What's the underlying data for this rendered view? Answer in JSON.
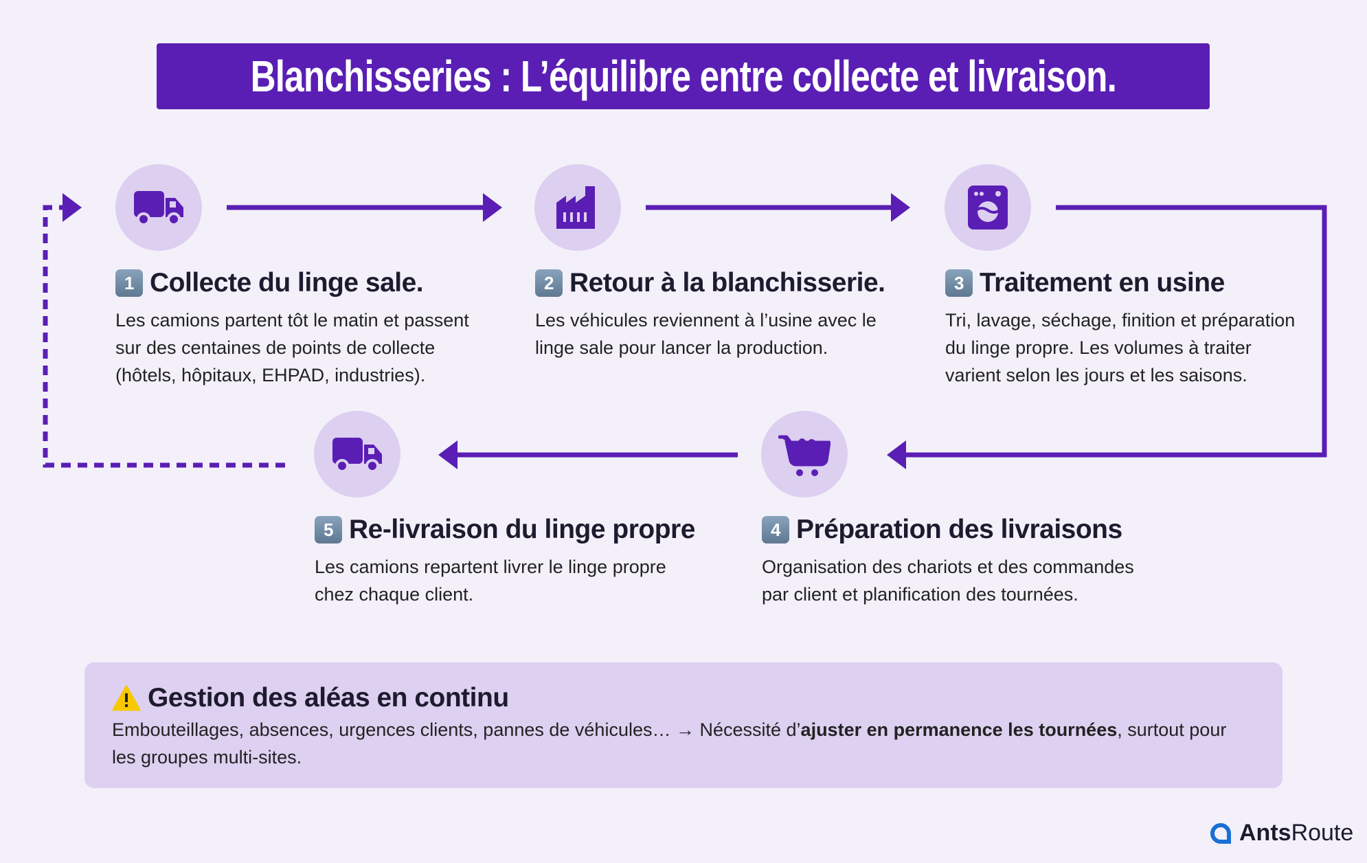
{
  "title": "Blanchisseries : L’équilibre entre collecte et livraison.",
  "colors": {
    "accent": "#5a1eb4",
    "background": "#f3f0fa",
    "circle": "#dccff0",
    "note_bg": "#ddd0f0"
  },
  "steps": [
    {
      "number": "1",
      "icon": "truck-icon",
      "title": "Collecte du linge sale.",
      "lines": [
        "Les camions partent tôt le matin et passent",
        "sur des centaines de points de collecte",
        "(hôtels, hôpitaux, EHPAD, industries)."
      ]
    },
    {
      "number": "2",
      "icon": "factory-icon",
      "title": "Retour à la blanchisserie.",
      "lines": [
        "Les véhicules reviennent à l’usine avec le",
        "linge sale pour lancer la production."
      ]
    },
    {
      "number": "3",
      "icon": "washing-machine-icon",
      "title": "Traitement en usine",
      "lines": [
        "Tri, lavage, séchage, finition et préparation",
        "du linge propre. Les volumes à traiter",
        "varient selon les jours et les saisons."
      ]
    },
    {
      "number": "4",
      "icon": "cart-icon",
      "title": "Préparation des livraisons",
      "lines": [
        "Organisation des chariots et des commandes",
        "par client et planification des tournées."
      ]
    },
    {
      "number": "5",
      "icon": "truck-icon",
      "title": "Re-livraison du linge propre",
      "lines": [
        "Les camions repartent livrer le linge propre",
        "chez chaque client."
      ]
    }
  ],
  "note": {
    "icon": "warning-icon",
    "title": "Gestion des aléas en continu",
    "text_before": "Embouteillages, absences, urgences clients, pannes de véhicules… → Nécessité d’",
    "text_bold": "ajuster en permanence les tournées",
    "text_after": ", surtout pour les groupes multi-sites."
  },
  "logo": {
    "bold": "Ants",
    "regular": "Route"
  }
}
